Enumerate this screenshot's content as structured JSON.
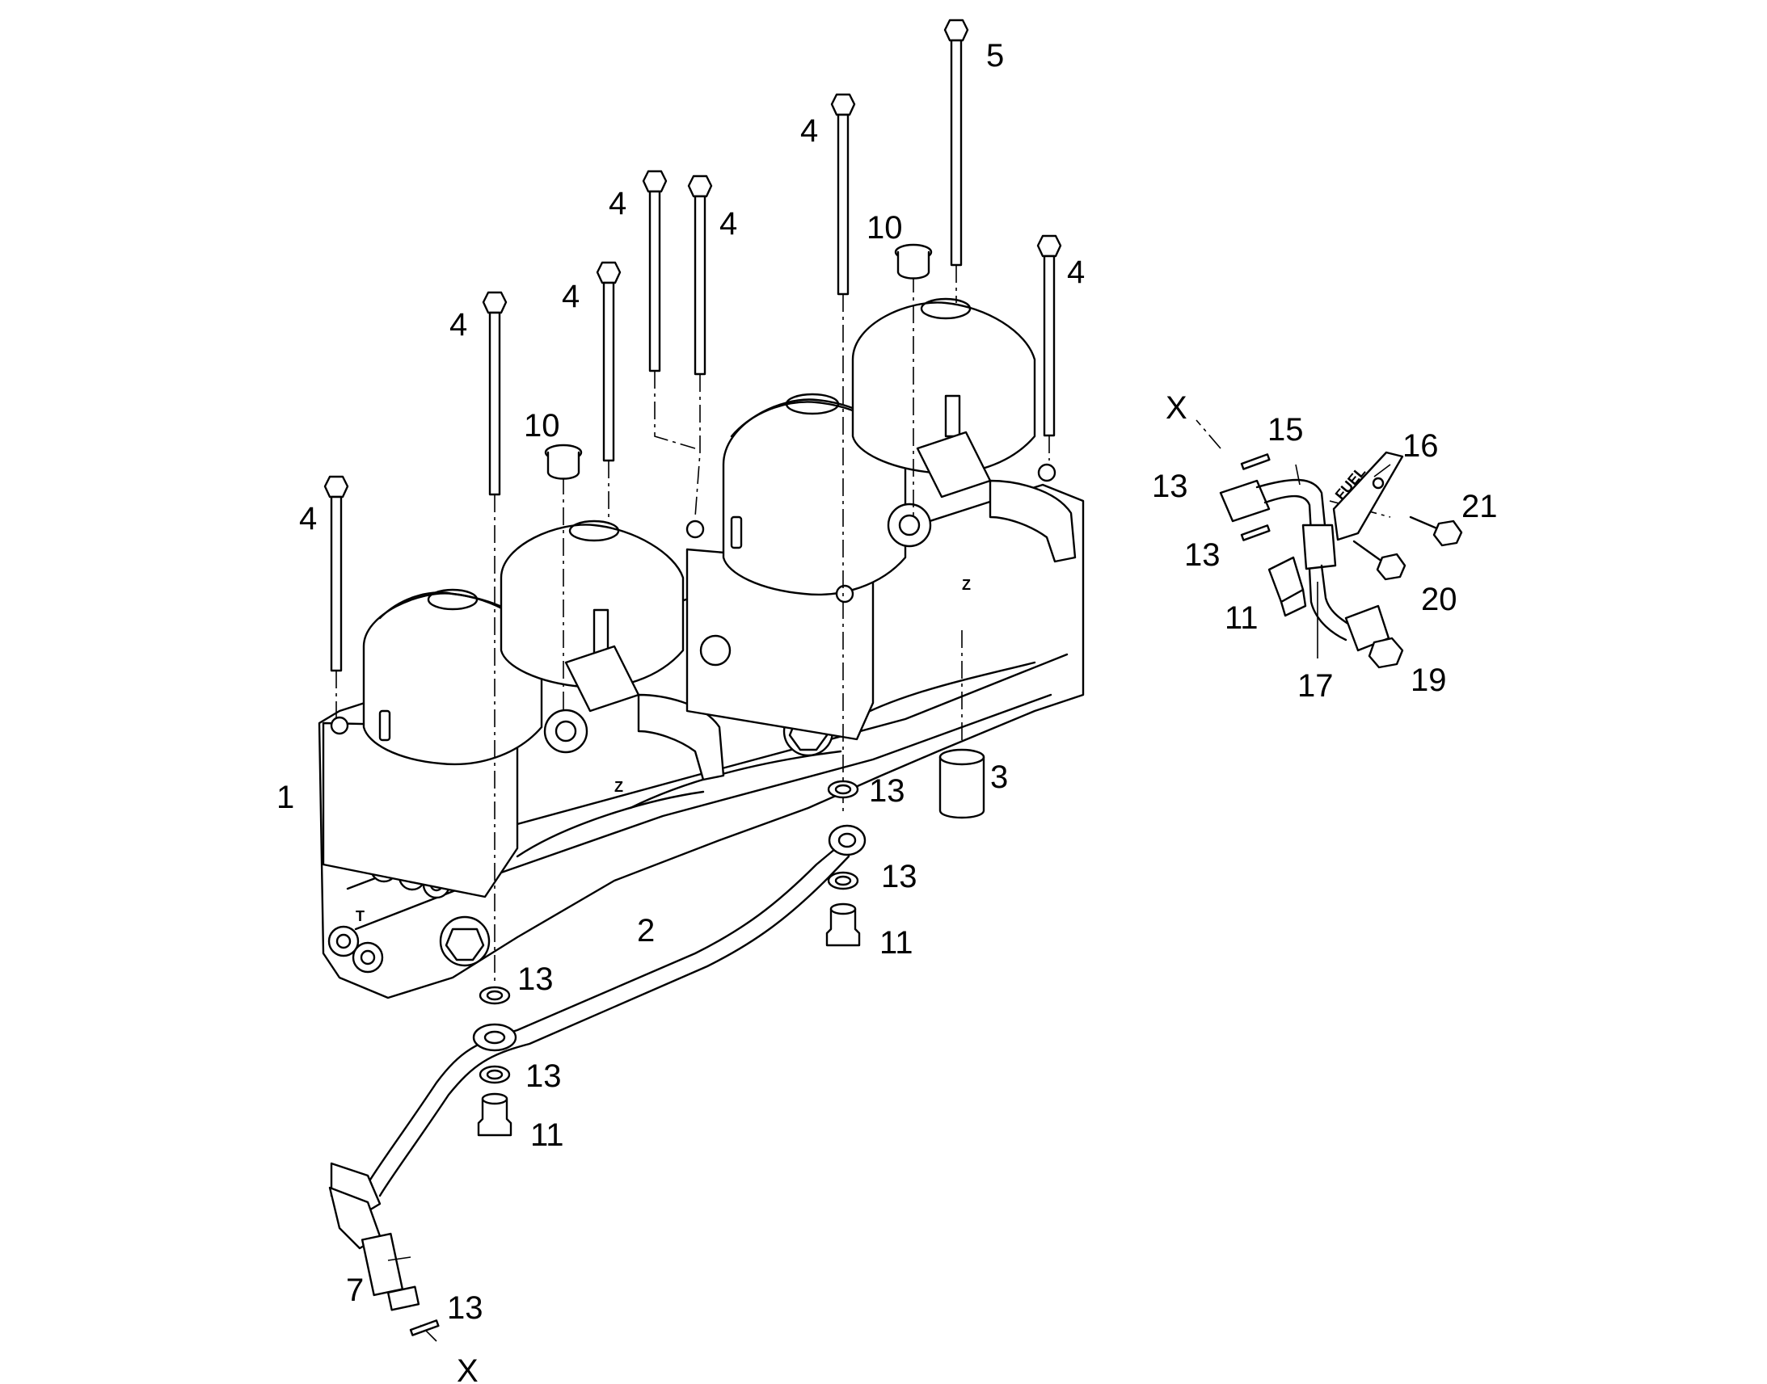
{
  "diagram": {
    "callouts": [
      {
        "id": "c1",
        "text": "1"
      },
      {
        "id": "c2",
        "text": "2"
      },
      {
        "id": "c3",
        "text": "3"
      },
      {
        "id": "c4a",
        "text": "4"
      },
      {
        "id": "c4b",
        "text": "4"
      },
      {
        "id": "c4c",
        "text": "4"
      },
      {
        "id": "c4d",
        "text": "4"
      },
      {
        "id": "c4e",
        "text": "4"
      },
      {
        "id": "c4f",
        "text": "4"
      },
      {
        "id": "c4g",
        "text": "4"
      },
      {
        "id": "c5",
        "text": "5"
      },
      {
        "id": "c7",
        "text": "7"
      },
      {
        "id": "c10a",
        "text": "10"
      },
      {
        "id": "c10b",
        "text": "10"
      },
      {
        "id": "c11a",
        "text": "11"
      },
      {
        "id": "c11b",
        "text": "11"
      },
      {
        "id": "c11c",
        "text": "11"
      },
      {
        "id": "c13a",
        "text": "13"
      },
      {
        "id": "c13b",
        "text": "13"
      },
      {
        "id": "c13c",
        "text": "13"
      },
      {
        "id": "c13d",
        "text": "13"
      },
      {
        "id": "c13e",
        "text": "13"
      },
      {
        "id": "c13f",
        "text": "13"
      },
      {
        "id": "c13g",
        "text": "13"
      },
      {
        "id": "c15",
        "text": "15"
      },
      {
        "id": "c16",
        "text": "16"
      },
      {
        "id": "c17",
        "text": "17"
      },
      {
        "id": "c19",
        "text": "19"
      },
      {
        "id": "c20",
        "text": "20"
      },
      {
        "id": "c21",
        "text": "21"
      },
      {
        "id": "cXa",
        "text": "X"
      },
      {
        "id": "cXb",
        "text": "X"
      }
    ],
    "part_markings": {
      "fuel_plate": "FUEL"
    }
  }
}
